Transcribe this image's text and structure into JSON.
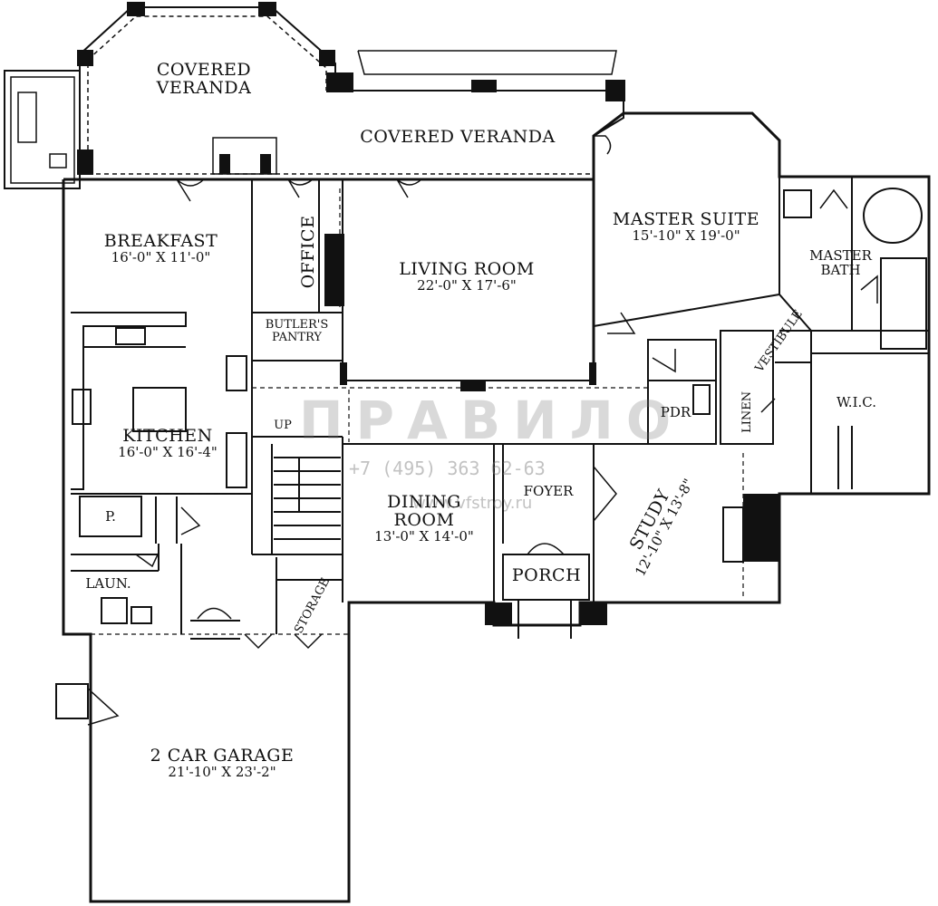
{
  "rooms": {
    "covered_veranda_left": {
      "name_line1": "COVERED",
      "name_line2": "VERANDA"
    },
    "covered_veranda_right": {
      "name": "COVERED VERANDA"
    },
    "breakfast": {
      "name": "BREAKFAST",
      "dims": "16'-0\" X 11'-0\""
    },
    "office": {
      "name": "OFFICE"
    },
    "living_room": {
      "name": "LIVING ROOM",
      "dims": "22'-0\" X 17'-6\""
    },
    "master_suite": {
      "name": "MASTER SUITE",
      "dims": "15'-10\" X 19'-0\""
    },
    "master_bath": {
      "name_line1": "MASTER",
      "name_line2": "BATH"
    },
    "vestibule": {
      "name": "VESTIBULE"
    },
    "butlers_pantry": {
      "name_line1": "BUTLER'S",
      "name_line2": "PANTRY"
    },
    "kitchen": {
      "name": "KITCHEN",
      "dims": "16'-0\" X 16'-4\""
    },
    "stair": {
      "name": "UP"
    },
    "pdr": {
      "name": "PDR"
    },
    "linen": {
      "name": "LINEN"
    },
    "wic": {
      "name": "W.I.C."
    },
    "pantry": {
      "name": "P."
    },
    "dining_room": {
      "name_line1": "DINING",
      "name_line2": "ROOM",
      "dims": "13'-0\" X 14'-0\""
    },
    "foyer": {
      "name": "FOYER"
    },
    "study": {
      "name": "STUDY",
      "dims": "12'-10\" X 13'-8\""
    },
    "porch": {
      "name": "PORCH"
    },
    "laundry": {
      "name": "LAUN."
    },
    "storage": {
      "name": "STORAGE"
    },
    "garage": {
      "name": "2 CAR GARAGE",
      "dims": "21'-10\" X 23'-2\""
    }
  },
  "watermark": {
    "logo": "ПРАВИЛО",
    "phone": "+7 (495) 363 62-63",
    "site": "www.vfstroy.ru"
  }
}
